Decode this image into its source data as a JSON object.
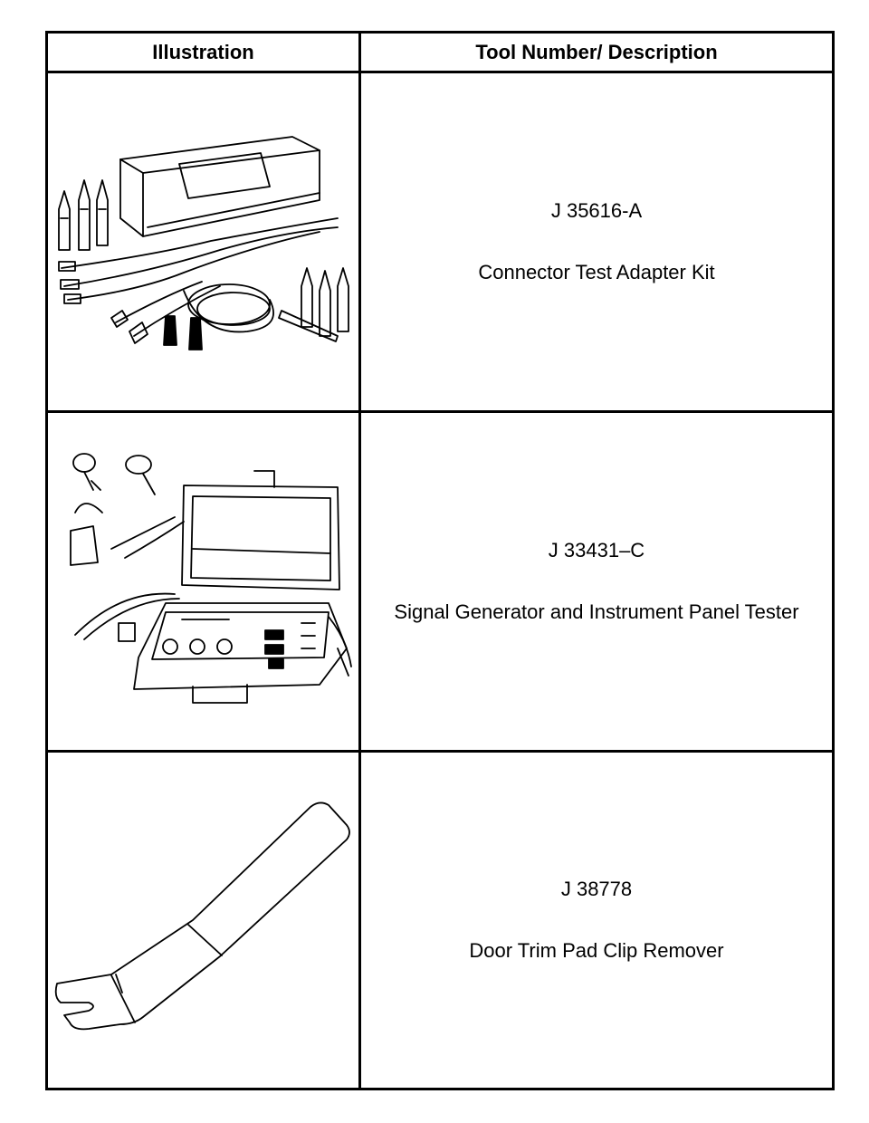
{
  "header": {
    "illustration": "Illustration",
    "description": "Tool Number/ Description"
  },
  "tools": [
    {
      "number": "J 35616-A",
      "description": "Connector Test Adapter Kit",
      "icon": "connector-test-adapter-kit-illustration"
    },
    {
      "number": "J 33431–C",
      "description": "Signal Generator and Instrument Panel Tester",
      "icon": "signal-generator-tester-illustration"
    },
    {
      "number": "J 38778",
      "description": "Door Trim Pad Clip Remover",
      "icon": "door-trim-pad-clip-remover-illustration"
    }
  ]
}
